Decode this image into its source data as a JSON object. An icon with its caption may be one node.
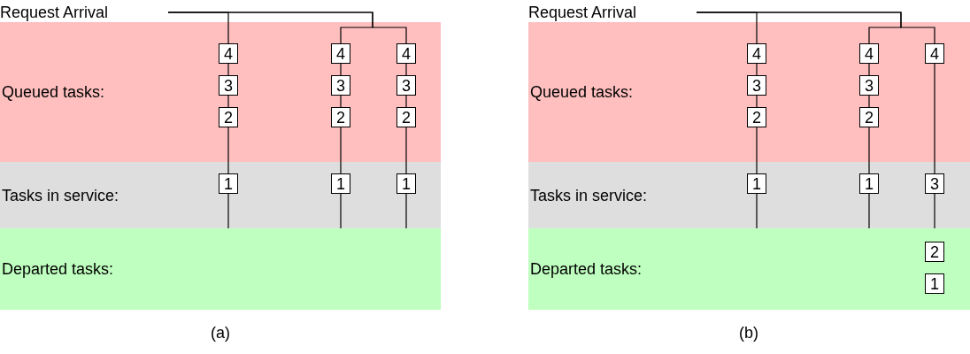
{
  "diagram": {
    "nodes": [
      {
        "text": [
          "Request Arrival"
        ]
      },
      {
        "text": [
          "Queued tasks:"
        ]
      },
      {
        "text": [
          "4"
        ],
        "in": 1
      },
      {
        "text": [
          "3"
        ],
        "in": 1
      },
      {
        "text": [
          "2"
        ],
        "in": 1
      },
      {
        "text": [
          "4"
        ],
        "in": 1
      },
      {
        "text": [
          "3"
        ],
        "in": 1
      },
      {
        "text": [
          "2"
        ],
        "in": 1
      },
      {
        "text": [
          "4"
        ],
        "in": 1
      },
      {
        "text": [
          "3"
        ],
        "in": 1
      },
      {
        "text": [
          "2"
        ],
        "in": 1
      },
      {
        "text": [
          "Tasks in service:"
        ]
      },
      {
        "text": [
          "1"
        ],
        "in": 11
      },
      {
        "text": [
          "1"
        ],
        "in": 11
      },
      {
        "text": [
          "1"
        ],
        "in": 11
      },
      {
        "text": [
          "Departed tasks:"
        ]
      },
      {
        "text": [
          "Request Arrival"
        ]
      },
      {
        "text": [
          "Queued tasks:"
        ]
      },
      {
        "text": [
          "4"
        ],
        "in": 17
      },
      {
        "text": [
          "3"
        ],
        "in": 17
      },
      {
        "text": [
          "2"
        ],
        "in": 17
      },
      {
        "text": [
          "4"
        ],
        "in": 17
      },
      {
        "text": [
          "3"
        ],
        "in": 17
      },
      {
        "text": [
          "2"
        ],
        "in": 17
      },
      {
        "text": [
          "4"
        ],
        "in": 17
      },
      {
        "text": [
          "Tasks in service:"
        ]
      },
      {
        "text": [
          "1"
        ],
        "in": 25
      },
      {
        "text": [
          "1"
        ],
        "in": 25
      },
      {
        "text": [
          "3"
        ],
        "in": 25
      },
      {
        "text": [
          "Departed tasks:"
        ]
      },
      {
        "text": [
          "2"
        ],
        "in": 29
      },
      {
        "text": [
          "1"
        ],
        "in": 29
      }
    ],
    "edges": [
      {
        "from": 0,
        "to": 2,
        "arrow": "none"
      },
      {
        "from": 0,
        "to": 5,
        "arrow": "none"
      },
      {
        "from": 0,
        "to": 8,
        "arrow": "none"
      },
      {
        "from": 2,
        "to": 3,
        "arrow": "none"
      },
      {
        "from": 3,
        "to": 4,
        "arrow": "none"
      },
      {
        "from": 4,
        "to": 12,
        "arrow": "none"
      },
      {
        "from": 12,
        "to": null,
        "arrow": "none"
      },
      {
        "from": 5,
        "to": 6,
        "arrow": "none"
      },
      {
        "from": 6,
        "to": 7,
        "arrow": "none"
      },
      {
        "from": 7,
        "to": 13,
        "arrow": "none"
      },
      {
        "from": 13,
        "to": null,
        "arrow": "none"
      },
      {
        "from": 8,
        "to": 9,
        "arrow": "none"
      },
      {
        "from": 9,
        "to": 10,
        "arrow": "none"
      },
      {
        "from": 10,
        "to": 14,
        "arrow": "none"
      },
      {
        "from": 14,
        "to": null,
        "arrow": "none"
      },
      {
        "from": 16,
        "to": 18,
        "arrow": "none"
      },
      {
        "from": 16,
        "to": 21,
        "arrow": "none"
      },
      {
        "from": 16,
        "to": 24,
        "arrow": "none"
      },
      {
        "from": 18,
        "to": 19,
        "arrow": "none"
      },
      {
        "from": 19,
        "to": 20,
        "arrow": "none"
      },
      {
        "from": 20,
        "to": 26,
        "arrow": "none"
      },
      {
        "from": 26,
        "to": null,
        "arrow": "none"
      },
      {
        "from": 21,
        "to": 22,
        "arrow": "none"
      },
      {
        "from": 22,
        "to": 23,
        "arrow": "none"
      },
      {
        "from": 23,
        "to": 27,
        "arrow": "none"
      },
      {
        "from": 27,
        "to": null,
        "arrow": "none"
      },
      {
        "from": 24,
        "to": 28,
        "arrow": "none"
      },
      {
        "from": 28,
        "to": null,
        "arrow": "none"
      }
    ],
    "labels": [
      "(a)",
      "(b)"
    ]
  }
}
